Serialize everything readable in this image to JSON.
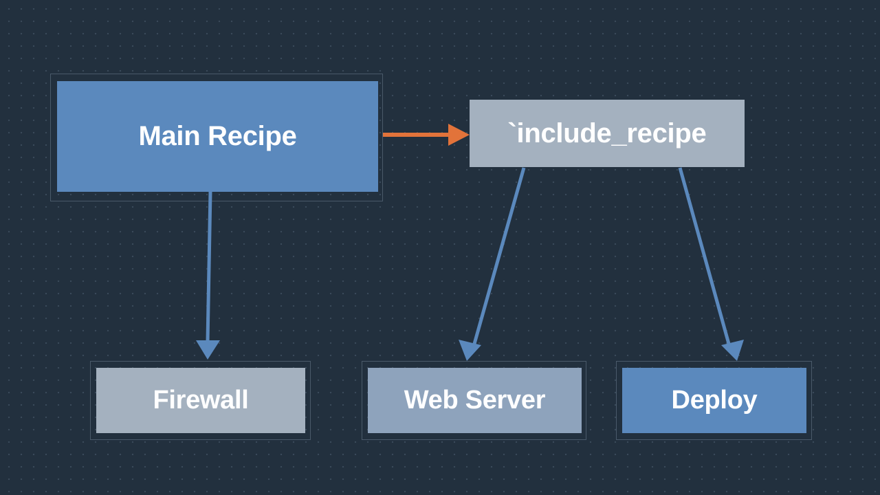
{
  "diagram": {
    "nodes": {
      "main": {
        "label": "Main Recipe",
        "color": "#5b89bd"
      },
      "include": {
        "label": "`include_recipe",
        "color": "#a4b1bf"
      },
      "firewall": {
        "label": "Firewall",
        "color": "#a4b1bf"
      },
      "webserver": {
        "label": "Web Server",
        "color": "#8ea3bc"
      },
      "deploy": {
        "label": "Deploy",
        "color": "#5b89bd"
      }
    },
    "edges": [
      {
        "from": "Main Recipe",
        "to": "`include_recipe",
        "color": "#e2733a"
      },
      {
        "from": "Main Recipe",
        "to": "Firewall",
        "color": "#5b89bd"
      },
      {
        "from": "`include_recipe",
        "to": "Web Server",
        "color": "#5b89bd"
      },
      {
        "from": "`include_recipe",
        "to": "Deploy",
        "color": "#5b89bd"
      }
    ],
    "colors": {
      "background": "#22303e",
      "frame_border": "#4a5a6a",
      "text": "#ffffff"
    }
  }
}
